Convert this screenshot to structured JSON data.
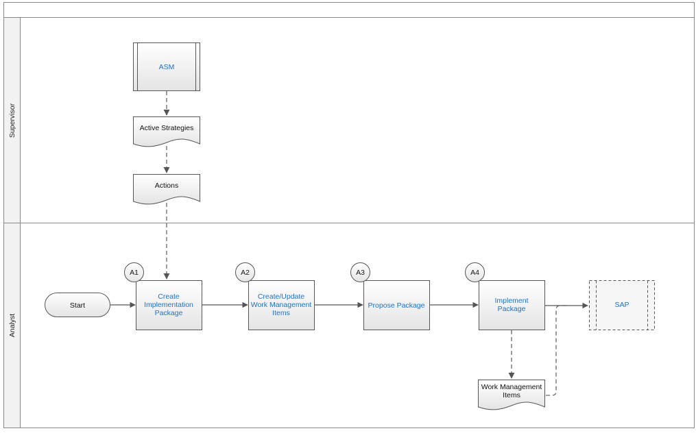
{
  "diagram": {
    "lanes": [
      {
        "id": "supervisor",
        "label": "Supervisor"
      },
      {
        "id": "analyst",
        "label": "Analyst"
      }
    ],
    "nodes": {
      "asm": {
        "label": "ASM"
      },
      "active_strategies": {
        "label": "Active Strategies"
      },
      "actions": {
        "label": "Actions"
      },
      "start": {
        "label": "Start"
      },
      "a1": {
        "badge": "A1",
        "lines": [
          "Create",
          "Implementation",
          "Package"
        ]
      },
      "a2": {
        "badge": "A2",
        "lines": [
          "Create/Update",
          "Work Management",
          "Items"
        ]
      },
      "a3": {
        "badge": "A3",
        "lines": [
          "Propose Package"
        ]
      },
      "a4": {
        "badge": "A4",
        "lines": [
          "Implement",
          "Package"
        ]
      },
      "sap": {
        "label": "SAP"
      },
      "work_items": {
        "lines": [
          "Work Management",
          "Items"
        ]
      }
    },
    "colors": {
      "link_text": "#1a73c9",
      "body_text": "#111111",
      "border": "#555555",
      "box_fill_top": "#ffffff",
      "box_fill_bottom": "#e6e6e6",
      "lane_bg": "#f4f4f4",
      "connector": "#666666"
    }
  }
}
